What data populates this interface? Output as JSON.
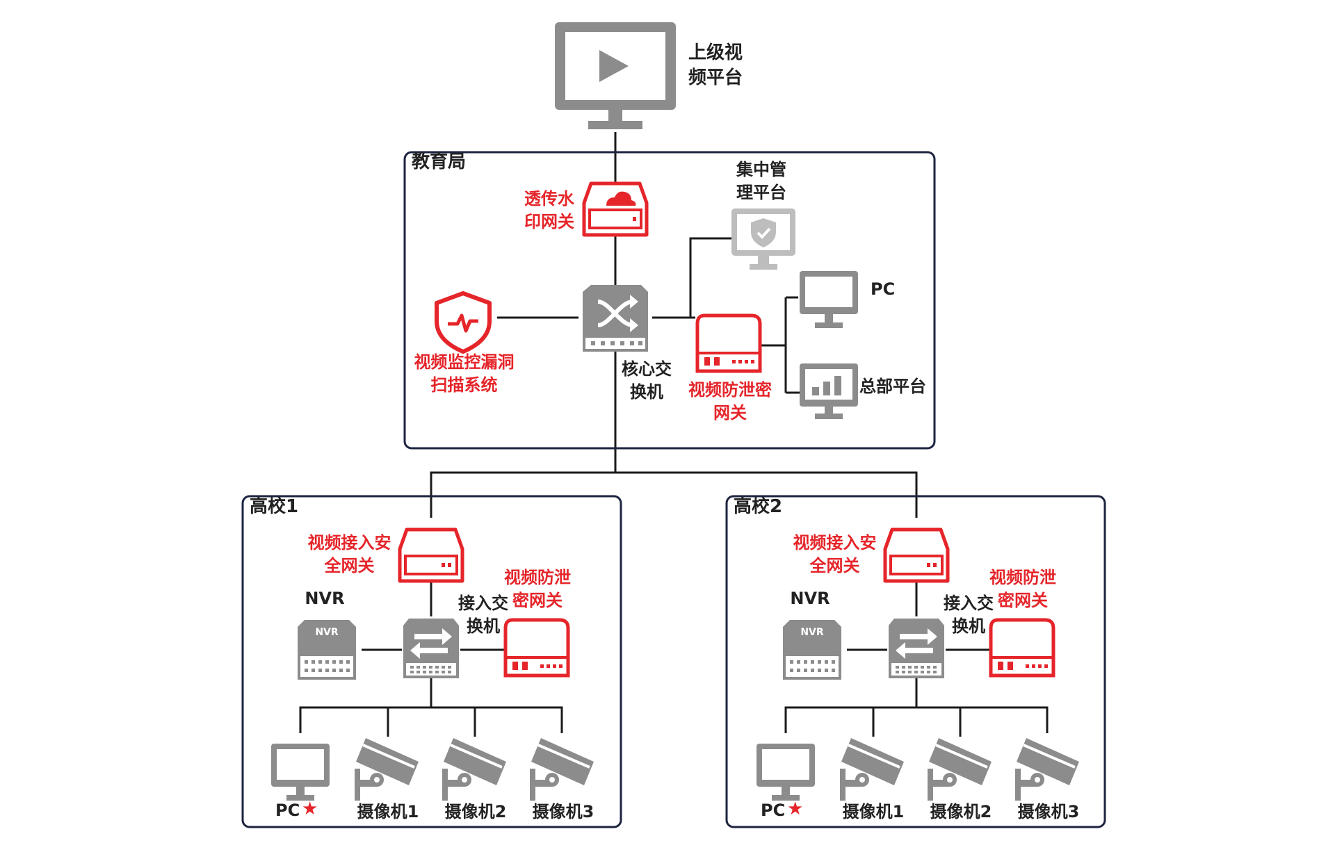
{
  "colors": {
    "accent": "#e5252a",
    "device_gray": "#8c8c8c",
    "frame": "#1c2340"
  },
  "top_platform": {
    "label": "上级视\n频平台",
    "icon": "monitor-play-icon"
  },
  "edu_bureau": {
    "title": "教育局",
    "watermark_gateway": "透传水\n印网关",
    "scanner": "视频监控漏洞\n扫描系统",
    "core_switch": "核心交\n换机",
    "central_mgmt": "集中管\n理平台",
    "anti_leak_gateway": "视频防泄密\n网关",
    "pc": "PC",
    "hq_platform": "总部平台"
  },
  "campuses": [
    {
      "title": "高校1",
      "access_gateway": "视频接入安\n全网关",
      "nvr_label": "NVR",
      "nvr_badge": "NVR",
      "access_switch": "接入交\n换机",
      "anti_leak_gateway": "视频防泄\n密网关",
      "pc": "PC",
      "star": "★",
      "cameras": [
        "摄像机1",
        "摄像机2",
        "摄像机3"
      ]
    },
    {
      "title": "高校2",
      "access_gateway": "视频接入安\n全网关",
      "nvr_label": "NVR",
      "nvr_badge": "NVR",
      "access_switch": "接入交\n换机",
      "anti_leak_gateway": "视频防泄\n密网关",
      "pc": "PC",
      "star": "★",
      "cameras": [
        "摄像机1",
        "摄像机2",
        "摄像机3"
      ]
    }
  ]
}
